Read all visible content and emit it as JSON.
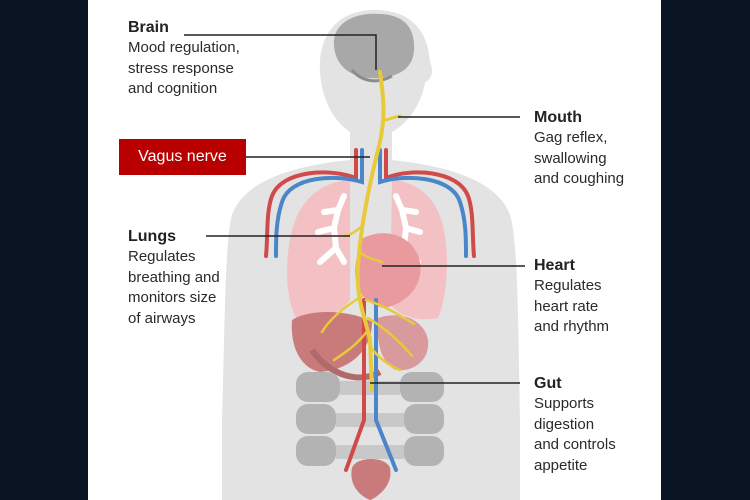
{
  "labels": {
    "brain": {
      "title": "Brain",
      "desc": "Mood regulation,\nstress response\nand cognition"
    },
    "mouth": {
      "title": "Mouth",
      "desc": "Gag reflex,\nswallowing\nand coughing"
    },
    "vagus": "Vagus nerve",
    "lungs": {
      "title": "Lungs",
      "desc": "Regulates\nbreathing and\nmonitors size\nof airways"
    },
    "heart": {
      "title": "Heart",
      "desc": "Regulates\nheart rate\nand rhythm"
    },
    "gut": {
      "title": "Gut",
      "desc": "Supports\ndigestion\nand controls\nappetite"
    }
  },
  "colors": {
    "background": "#0b1422",
    "panel": "#ffffff",
    "nerve": "#e8c93a",
    "tag": "#b80000",
    "artery": "#d04a4a",
    "vein": "#4a86c8",
    "body": "#d9d9d9"
  }
}
